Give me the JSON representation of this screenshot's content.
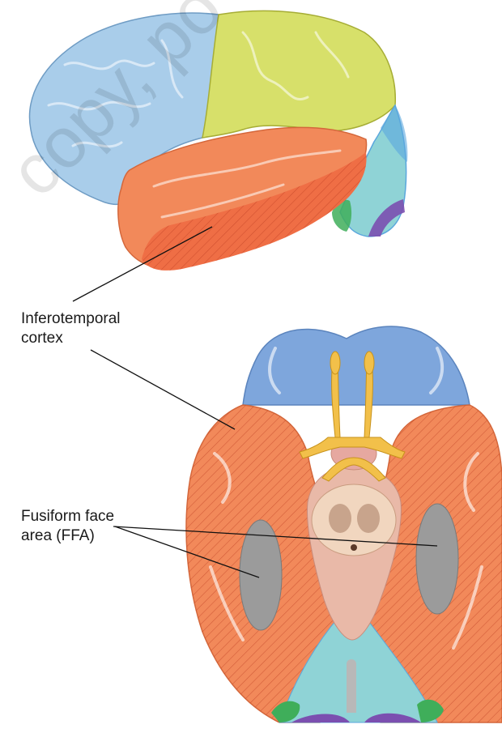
{
  "labels": {
    "inferotemporal_line1": "Inferotemporal",
    "inferotemporal_line2": "cortex",
    "ffa_line1": "Fusiform face",
    "ffa_line2": "area (FFA)"
  },
  "watermark": "copy, po",
  "colors": {
    "frontal": "#a9cdea",
    "parietal": "#d7e06a",
    "temporal": "#f2895a",
    "temporal_hatched": "#ef6e45",
    "occipital": "#8fd3d6",
    "occipital_blue": "#5aa7dd",
    "limbic_green": "#3fae5a",
    "purple": "#7b4fb0",
    "fusiform_gray": "#9b9b9b",
    "orbital_blue": "#7ea6dc",
    "olfactory": "#f2c04a",
    "brainstem": "#e9b9a8"
  }
}
